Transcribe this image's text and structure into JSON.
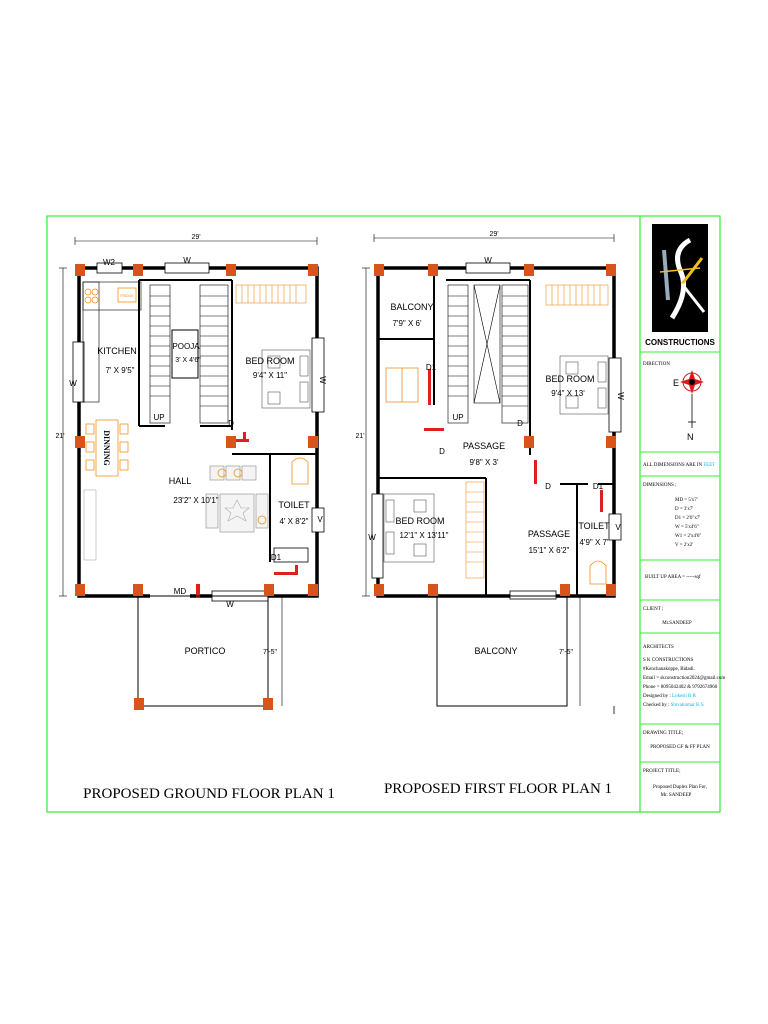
{
  "ground_floor": {
    "title": "PROPOSED GROUND FLOOR PLAN 1",
    "width_dim": "29'",
    "height_dim": "21'",
    "portico_dim": "7'-5\"",
    "rooms": {
      "kitchen_name": "KITCHEN",
      "kitchen_size": "7' X 9'5\"",
      "pooja_name": "POOJA",
      "pooja_size": "3' X 4'6\"",
      "bedroom_name": "BED ROOM",
      "bedroom_size": "9'4\" X 11\"",
      "hall_name": "HALL",
      "hall_size": "23'2\" X 10'1\"",
      "toilet_name": "TOILET",
      "toilet_size": "4' X 8'2\"",
      "portico_name": "PORTICO",
      "dinning": "DINNING"
    },
    "labels": {
      "w2": "W2",
      "w_top": "W",
      "w_left": "W",
      "w_right": "W",
      "w_bottom": "W",
      "v": "V",
      "up": "UP",
      "d": "D",
      "d1": "D1",
      "md": "MD",
      "fridge": "FRIDGE"
    }
  },
  "first_floor": {
    "title": "PROPOSED FIRST FLOOR PLAN 1",
    "width_dim": "29'",
    "height_dim": "21'",
    "balcony_dim": "7'-5\"",
    "rooms": {
      "balcony_top_name": "BALCONY",
      "balcony_top_size": "7'9\" X 6'",
      "bedroom1_name": "BED ROOM",
      "bedroom1_size": "9'4\" X 13'",
      "passage1_name": "PASSAGE",
      "passage1_size": "9'8\" X 3'",
      "bedroom2_name": "BED ROOM",
      "bedroom2_size": "12'1\" X 13'11\"",
      "passage2_name": "PASSAGE",
      "passage2_size": "15'1\" X 6'2\"",
      "toilet_name": "TOILET",
      "toilet_size": "4'9\" X 7'",
      "balcony_bottom_name": "BALCONY"
    },
    "labels": {
      "w_top": "W",
      "w_left": "W",
      "w_right": "W",
      "v": "V",
      "up": "UP",
      "d_left": "D",
      "d_mid": "D",
      "d_right": "D",
      "d1_top": "D1",
      "d1_right": "D1"
    }
  },
  "title_block": {
    "logo_text": "CONSTRUCTIONS",
    "direction_label": "DIRECTION",
    "compass_e": "E",
    "compass_n": "N",
    "dims_note_prefix": "ALL DIMENSIONS ARE IN",
    "dims_note_unit": "FEET",
    "dimensions_heading": "DIMENSIONS ;",
    "dimensions": [
      "MD = 5'x7'",
      "D = 3'x7'",
      "D1 = 2'6\"x7'",
      "W = 5'x4'6\"",
      "W1 = 2'x4'6\"",
      "V = 2'x2'"
    ],
    "built_up_area": "BUILT UP AREA = -----sqf",
    "client_heading": "CLIENT ;",
    "client_name": "Mr.SANDEEP",
    "architects_heading": "ARCHITECTS",
    "firm_name": "S K CONSTRUCTIONS",
    "address": "#Kenchanakoppe, Bidadi.",
    "email": "Email = skconstruction2024@gmail.com",
    "phone": "Phone = 8095042402 & 9792674960",
    "designed_by_label": "Designed by :",
    "designed_by": "Lokesh B R",
    "checked_by_label": "Checked by :",
    "checked_by": "Shivakumar K S",
    "drawing_title_heading": "DRAWING TITLE;",
    "drawing_title": "PROPOSED GF & FF PLAN",
    "project_title_heading": "PROJECT TITLE;",
    "project_title_1": "Proposed Duplex Plan For,",
    "project_title_2": "Mr. SANDEEP"
  },
  "colors": {
    "border": "#33ee33",
    "column": "#d8541a",
    "door_red": "#e02020",
    "accent_orange": "#f09020",
    "wall": "#000000",
    "feet_cyan": "#00b7eb"
  }
}
